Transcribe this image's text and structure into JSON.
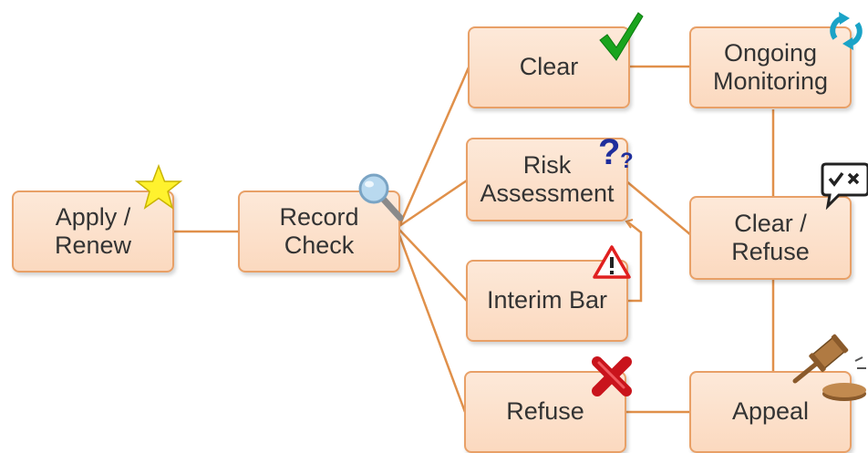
{
  "nodes": {
    "apply_renew": "Apply /\nRenew",
    "record_check": "Record\nCheck",
    "clear": "Clear",
    "risk_assessment": "Risk\nAssessment",
    "interim_bar": "Interim Bar",
    "refuse": "Refuse",
    "ongoing_monitoring": "Ongoing\nMonitoring",
    "clear_refuse": "Clear /\nRefuse",
    "appeal": "Appeal"
  },
  "icons": {
    "apply_renew": "star-icon",
    "record_check": "magnifier-icon",
    "clear": "checkmark-icon",
    "risk_assessment": "question-marks-icon",
    "interim_bar": "warning-icon",
    "refuse": "red-x-icon",
    "ongoing_monitoring": "refresh-icon",
    "clear_refuse": "speech-bubble-check-x-icon",
    "appeal": "gavel-icon"
  },
  "colors": {
    "node_fill": "#fde9d9",
    "node_border": "#e8a067",
    "connector": "#e0904a",
    "text": "#333333"
  }
}
